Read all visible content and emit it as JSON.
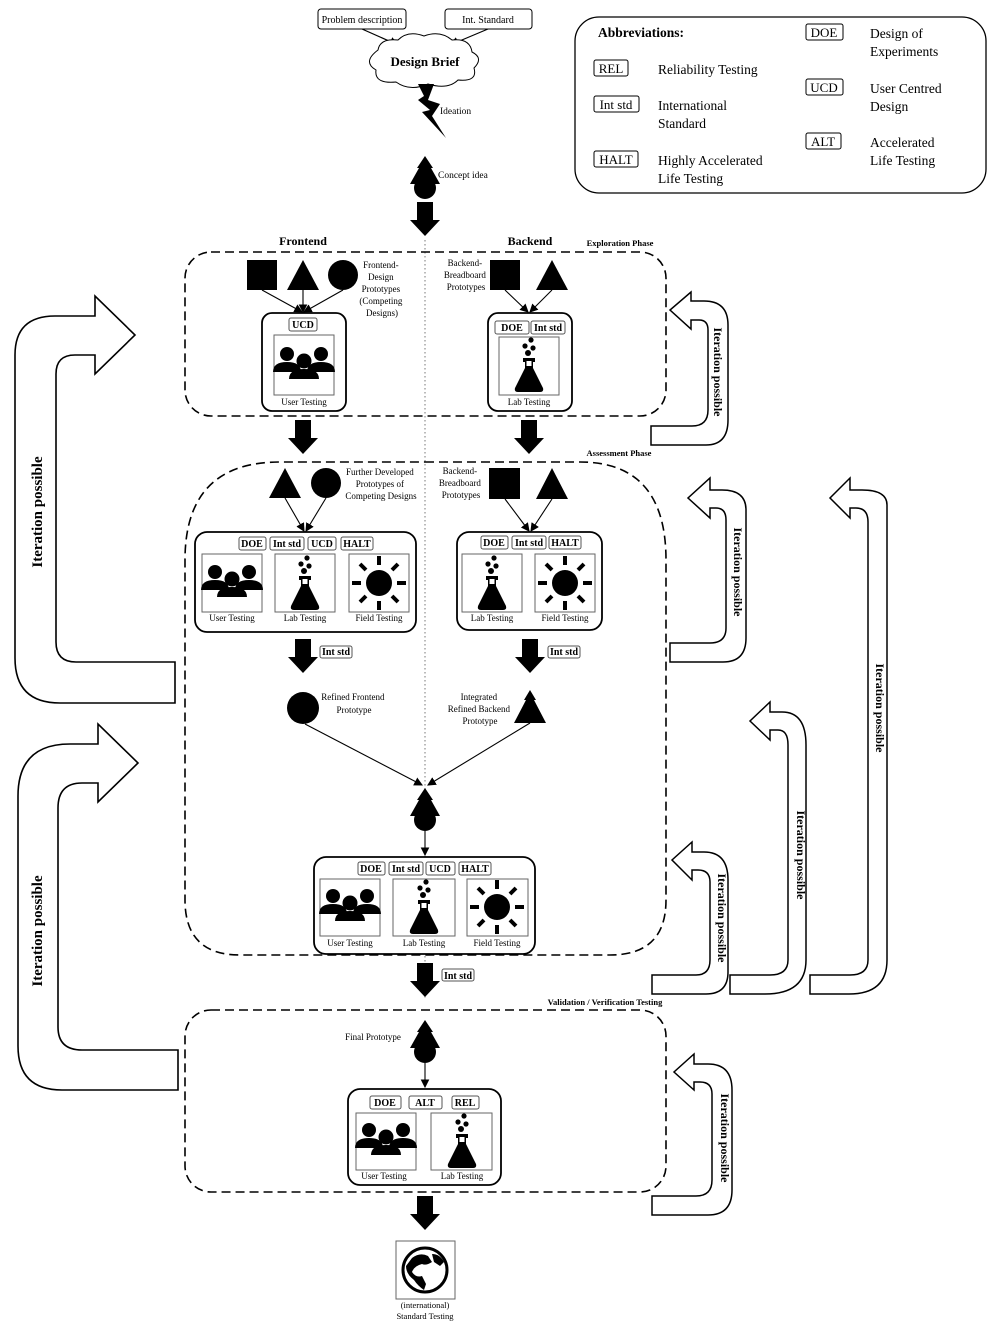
{
  "inputs": {
    "problem_description": "Problem description",
    "int_standard": "Int. Standard"
  },
  "design_brief": "Design Brief",
  "ideation": "Ideation",
  "concept_idea": "Concept idea",
  "abbreviations": {
    "title": "Abbreviations:",
    "items": [
      {
        "code": "REL",
        "meaning_line1": "Reliability Testing",
        "meaning_line2": ""
      },
      {
        "code": "Int std",
        "meaning_line1": "International",
        "meaning_line2": "Standard"
      },
      {
        "code": "HALT",
        "meaning_line1": "Highly Accelerated",
        "meaning_line2": "Life Testing"
      },
      {
        "code": "DOE",
        "meaning_line1": "Design of",
        "meaning_line2": "Experiments"
      },
      {
        "code": "UCD",
        "meaning_line1": "User Centred",
        "meaning_line2": "Design"
      },
      {
        "code": "ALT",
        "meaning_line1": "Accelerated",
        "meaning_line2": "Life Testing"
      }
    ]
  },
  "columns": {
    "frontend": "Frontend",
    "backend": "Backend"
  },
  "phases": {
    "exploration": "Exploration  Phase",
    "assessment": "Assessment Phase",
    "validation": "Validation  / Verification  Testing"
  },
  "exploration": {
    "frontend_label": [
      "Frontend-",
      "Design",
      "Prototypes",
      "(Competing",
      "Designs)"
    ],
    "frontend_tags": [
      "UCD"
    ],
    "frontend_tests": [
      "User Testing"
    ],
    "backend_label": [
      "Backend-",
      "Breadboard",
      "Prototypes"
    ],
    "backend_tags": [
      "DOE",
      "Int std"
    ],
    "backend_tests": [
      "Lab Testing"
    ]
  },
  "assessment": {
    "frontend_label": [
      "Further Developed",
      "Prototypes of",
      "Competing  Designs"
    ],
    "frontend_tags": [
      "DOE",
      "Int std",
      "UCD",
      "HALT"
    ],
    "frontend_tests": [
      "User Testing",
      "Lab Testing",
      "Field Testing"
    ],
    "backend_label": [
      "Backend-",
      "Breadboard",
      "Prototypes"
    ],
    "backend_tags": [
      "DOE",
      "Int std",
      "HALT"
    ],
    "backend_tests": [
      "Lab Testing",
      "Field Testing"
    ],
    "frontend_arrow_tag": "Int std",
    "backend_arrow_tag": "Int std",
    "refined_frontend": [
      "Refined  Frontend",
      "Prototype"
    ],
    "refined_backend": [
      "Integrated",
      "Refined  Backend",
      "Prototype"
    ],
    "integrated_tags": [
      "DOE",
      "Int std",
      "UCD",
      "HALT"
    ],
    "integrated_tests": [
      "User Testing",
      "Lab Testing",
      "Field Testing"
    ],
    "exit_arrow_tag": "Int std"
  },
  "validation": {
    "final_prototype": "Final  Prototype",
    "tags": [
      "DOE",
      "ALT",
      "REL"
    ],
    "tests": [
      "User Testing",
      "Lab Testing"
    ]
  },
  "output": [
    "(international)",
    "Standard Testing"
  ],
  "iteration_label": "Iteration  possible"
}
